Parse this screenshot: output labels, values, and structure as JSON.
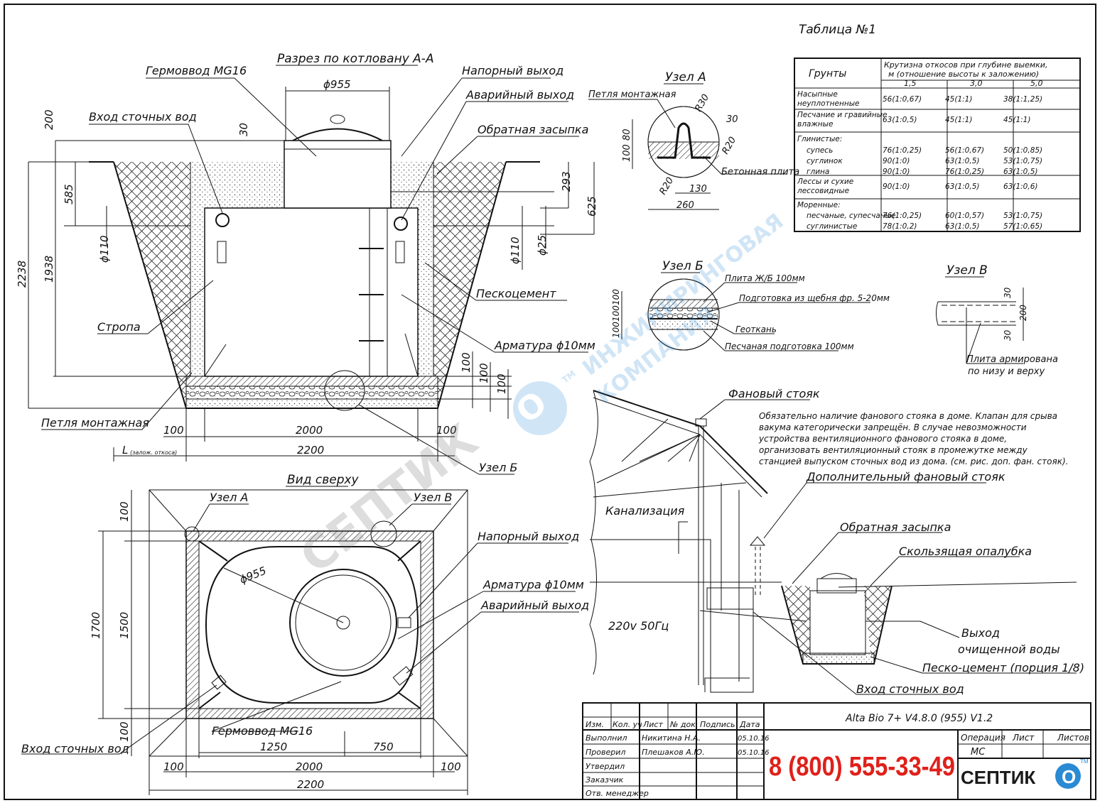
{
  "section": {
    "title": "Разрез по котловану А-А",
    "labels": {
      "germo": "Гермоввод MG16",
      "inlet": "Вход сточных вод",
      "pressure_out": "Напорный выход",
      "emergency_out": "Аварийный выход",
      "backfill": "Обратная засыпка",
      "sand_cement": "Пескоцемент",
      "sling": "Стропа",
      "rebar": "Арматура ϕ10мм",
      "loop": "Петля монтажная",
      "node_b": "Узел Б"
    },
    "dims": {
      "d955": "ϕ955",
      "d200": "200",
      "d30": "30",
      "d585": "585",
      "d2238": "2238",
      "d1938": "1938",
      "d110l": "ϕ110",
      "d293": "293",
      "d625": "625",
      "d110r": "ϕ110",
      "d25": "ϕ25",
      "d100a": "100",
      "d100b": "100",
      "d100c": "100",
      "w100l": "100",
      "w2000": "2000",
      "w100r": "100",
      "w2200": "2200",
      "slope": "L",
      "slope_note": "(залож. откоса)"
    }
  },
  "top_view": {
    "title": "Вид сверху",
    "labels": {
      "node_a": "Узел А",
      "node_v": "Узел В",
      "pressure_out": "Напорный выход",
      "rebar": "Арматура ϕ10мм",
      "emergency_out": "Аварийный выход",
      "germo": "Гермоввод MG16",
      "inlet": "Вход сточных вод"
    },
    "dims": {
      "d955": "ϕ955",
      "h1700": "1700",
      "h1500": "1500",
      "h100t": "100",
      "h100b": "100",
      "w1250": "1250",
      "w750": "750",
      "w100l": "100",
      "w2000": "2000",
      "w100r": "100",
      "w2200": "2200"
    }
  },
  "node_a": {
    "title": "Узел А",
    "labels": {
      "loop": "Петля монтажная",
      "plate": "Бетонная плита"
    },
    "dims": {
      "r30": "R30",
      "d30": "30",
      "r20a": "R20",
      "r20b": "R20",
      "d80": "80",
      "d100": "100",
      "d130": "130",
      "d260": "260"
    }
  },
  "node_b": {
    "title": "Узел Б",
    "labels": {
      "slab": "Плита Ж/Б 100мм",
      "gravel": "Подготовка из щебня фр. 5-20мм",
      "geo": "Геоткань",
      "sand": "Песчаная подготовка 100мм"
    },
    "dims": {
      "a": "100",
      "b": "100",
      "c": "100"
    }
  },
  "node_v": {
    "title": "Узел В",
    "labels": {
      "plate": "Плита армирована",
      "plate2": "по низу и верху"
    },
    "dims": {
      "d30a": "30",
      "d200": "200",
      "d30b": "30"
    }
  },
  "table": {
    "title": "Таблица №1",
    "col_soil": "Грунты",
    "col_header1": "Крутизна откосов при глубине выемки,",
    "col_header2": "м (отношение высоты к заложению)",
    "depths": [
      "1,5",
      "3,0",
      "5,0"
    ],
    "rows": [
      {
        "name": "Насыпные",
        "name2": "неуплотненные",
        "v": [
          "56(1:0,67)",
          "45(1:1)",
          "38(1:1,25)"
        ]
      },
      {
        "name": "Песчание и гравийные",
        "name2": "влажные",
        "v": [
          "63(1:0,5)",
          "45(1:1)",
          "45(1:1)"
        ]
      },
      {
        "name": "Глинистые:",
        "name2": "",
        "v": [
          "",
          "",
          ""
        ]
      },
      {
        "name": "супесь",
        "name2": "",
        "v": [
          "76(1:0,25)",
          "56(1:0,67)",
          "50(1:0,85)"
        ]
      },
      {
        "name": "суглинок",
        "name2": "",
        "v": [
          "90(1:0)",
          "63(1:0,5)",
          "53(1:0,75)"
        ]
      },
      {
        "name": "глина",
        "name2": "",
        "v": [
          "90(1:0)",
          "76(1:0,25)",
          "63(1:0,5)"
        ]
      },
      {
        "name": "Лессы и сухие",
        "name2": "лессовидные",
        "v": [
          "90(1:0)",
          "63(1:0,5)",
          "63(1:0,6)"
        ]
      },
      {
        "name": "Моренные:",
        "name2": "",
        "v": [
          "",
          "",
          ""
        ]
      },
      {
        "name": "песчаные, супесчаные",
        "name2": "",
        "v": [
          "76(1:0,25)",
          "60(1:0,57)",
          "53(1:0,75)"
        ]
      },
      {
        "name": "суглинистые",
        "name2": "",
        "v": [
          "78(1:0,2)",
          "63(1:0,5)",
          "57(1:0,65)"
        ]
      }
    ]
  },
  "scheme": {
    "labels": {
      "fan": "Фановый стояк",
      "extra_fan": "Дополнительный фановый стояк",
      "sewer": "Канализация",
      "backfill": "Обратная засыпка",
      "formwork": "Скользящая опалубка",
      "power": "220v 50Гц",
      "out1": "Выход",
      "out2": "очищенной воды",
      "sand_cement": "Песко-цемент (порция 1/8)",
      "inlet": "Вход сточных вод"
    },
    "note": [
      "Обязательно наличие фанового стояка в доме. Клапан для срыва",
      "вакума категорически запрещён. В случае невозможности",
      "устройства вентиляционного фанового стояка в доме,",
      "организовать вентиляционный стояк в промежутке между",
      "станцией выпуском сточных вод из дома. (см. рис. доп. фан. стояк)."
    ]
  },
  "stamp": {
    "title": "Alta Bio 7+ V4.8.0  (955) V1.2",
    "phone": "8 (800) 555-33-49",
    "cols": [
      "Изм.",
      "Кол. уч",
      "Лист",
      "№ док",
      "Подпись",
      "Дата"
    ],
    "rows": [
      {
        "role": "Выполнил",
        "name": "Никитина Н.А.",
        "date": "05.10.16"
      },
      {
        "role": "Проверил",
        "name": "Плешаков А.Ю.",
        "date": "05.10.16"
      },
      {
        "role": "Утвердил",
        "name": "",
        "date": ""
      },
      {
        "role": "Заказчик",
        "name": "",
        "date": ""
      },
      {
        "role": "Отв. менеджер",
        "name": "",
        "date": ""
      }
    ],
    "op": "Операция",
    "sheet": "Лист",
    "sheets": "Листов",
    "op_val": "МС",
    "logo": "СЕПТИК",
    "logo_o": "О",
    "logo_tm": "TM"
  },
  "watermark": {
    "main": "СЕПТИК",
    "o": "О",
    "tm": "TM",
    "line1": "ИНЖИНИРИНГОВАЯ",
    "line2": "КОМПАНИЯ"
  }
}
